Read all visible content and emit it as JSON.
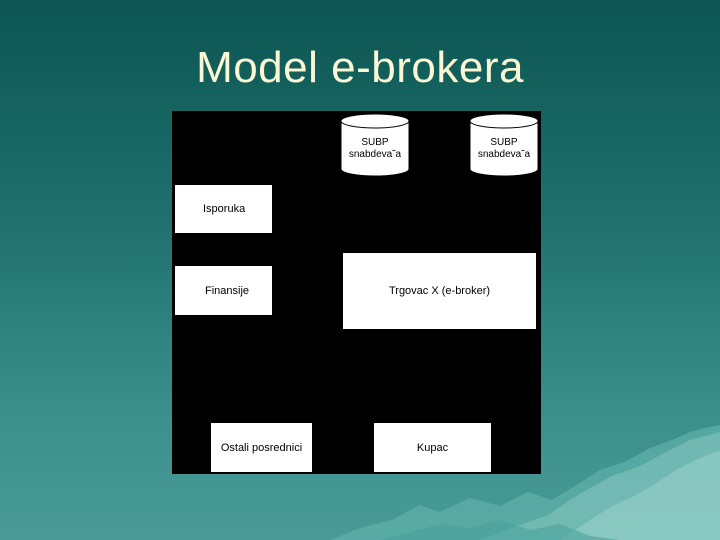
{
  "slide": {
    "title": "Model e-brokera"
  },
  "diagram": {
    "databases": [
      {
        "line1": "SUBP",
        "line2": "snabdeva˜a"
      },
      {
        "line1": "SUBP",
        "line2": "snabdeva˜a"
      }
    ],
    "boxes": {
      "isporuka": "Isporuka",
      "finansije": "Finansije",
      "trgovac": "Trgovac X (e-broker)",
      "ostali": "Ostali posrednici",
      "kupac": "Kupac"
    }
  },
  "colors": {
    "title": "#fbf7d2",
    "background_top": "#0c5552",
    "background_bottom": "#4a9b96",
    "diagram_background": "#000000",
    "box_fill": "#ffffff"
  }
}
